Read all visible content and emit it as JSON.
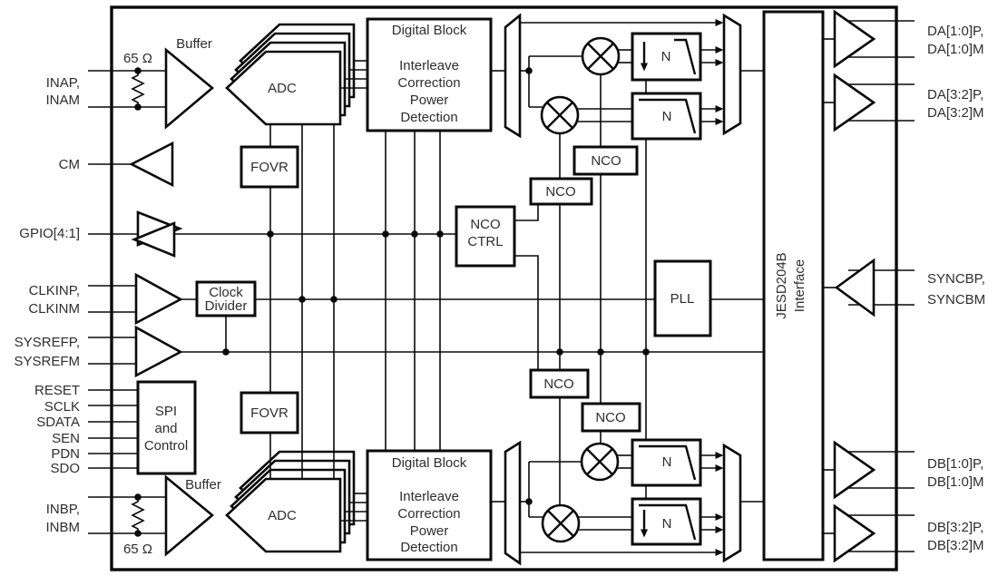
{
  "colors": {
    "stroke": "#0a0a0a",
    "text": "#2e2e2e",
    "background": "#ffffff"
  },
  "pins": {
    "left": {
      "inap": "INAP,",
      "inam": "INAM",
      "cm": "CM",
      "gpio": "GPIO[4:1]",
      "clkinp": "CLKINP,",
      "clkinm": "CLKINM",
      "sysrefp": "SYSREFP,",
      "sysrefm": "SYSREFM",
      "reset": "RESET",
      "sclk": "SCLK",
      "sdata": "SDATA",
      "sen": "SEN",
      "pdn": "PDN",
      "sdo": "SDO",
      "inbp": "INBP,",
      "inbm": "INBM"
    },
    "right": {
      "da10p": "DA[1:0]P,",
      "da10m": "DA[1:0]M",
      "da32p": "DA[3:2]P,",
      "da32m": "DA[3:2]M",
      "syncbp": "SYNCBP,",
      "syncbm": "SYNCBM",
      "db10p": "DB[1:0]P,",
      "db10m": "DB[1:0]M",
      "db32p": "DB[3:2]P,",
      "db32m": "DB[3:2]M"
    }
  },
  "labels": {
    "buffer_a": "Buffer",
    "buffer_b": "Buffer",
    "term_a": "65 Ω",
    "term_b": "65 Ω"
  },
  "blocks": {
    "adc_a": "ADC",
    "adc_b": "ADC",
    "fovr_a": "FOVR",
    "fovr_b": "FOVR",
    "digital_a": {
      "title": "Digital Block",
      "line1": "Interleave",
      "line2": "Correction",
      "line3": "Power",
      "line4": "Detection"
    },
    "digital_b": {
      "title": "Digital Block",
      "line1": "Interleave",
      "line2": "Correction",
      "line3": "Power",
      "line4": "Detection"
    },
    "clock_divider": {
      "line1": "Clock",
      "line2": "Divider"
    },
    "spi": {
      "line1": "SPI",
      "line2": "and",
      "line3": "Control"
    },
    "nco_ctrl": {
      "line1": "NCO",
      "line2": "CTRL"
    },
    "nco_a1": "NCO",
    "nco_a2": "NCO",
    "nco_b1": "NCO",
    "nco_b2": "NCO",
    "pll": "PLL",
    "jesd": {
      "line1": "JESD204B",
      "line2": "Interface"
    },
    "dec_a1": "N",
    "dec_a2": "N",
    "dec_b1": "N",
    "dec_b2": "N"
  }
}
